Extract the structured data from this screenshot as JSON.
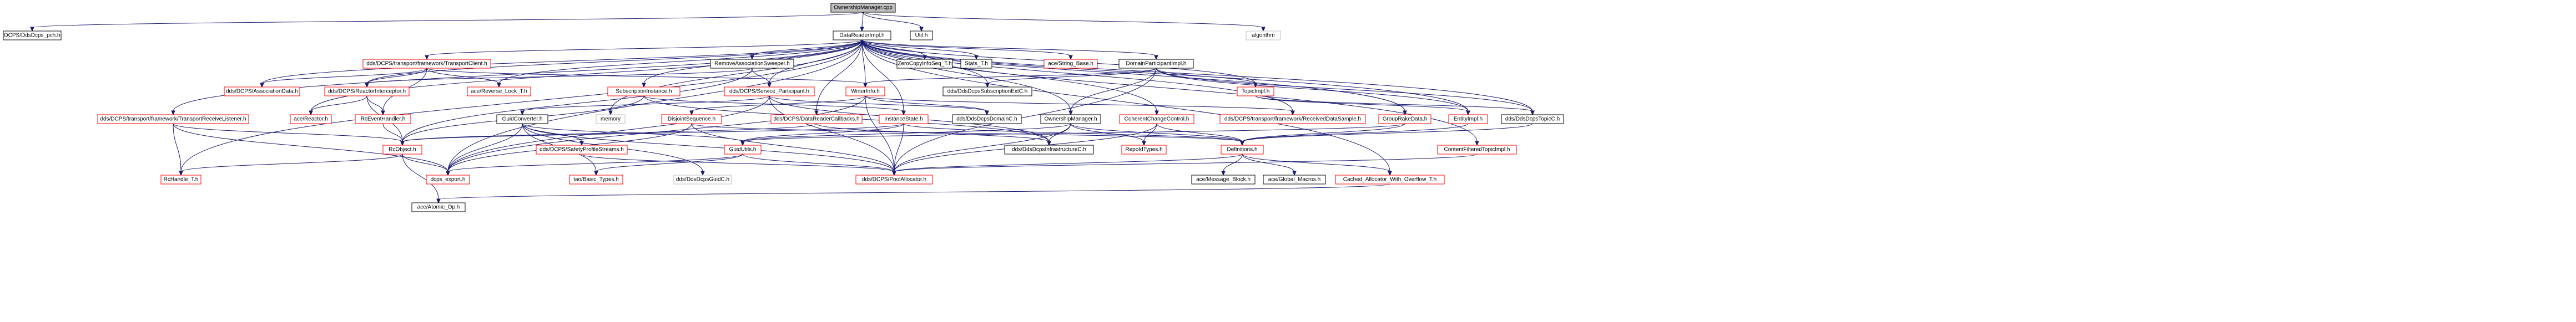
{
  "title": "OwnershipManager.cpp",
  "colors": {
    "edge": "#191970",
    "box_default": "#ffffff",
    "box_root": "#bfbfbf",
    "border_normal": "#000000",
    "border_missing": "#ff0000",
    "text_normal": "#000000",
    "text_missing": "#ff0000"
  },
  "nodes": {
    "root": {
      "label": "OwnershipManager.cpp",
      "style": "root"
    },
    "dcps_pch": {
      "label": "DCPS/DdsDcps_pch.h",
      "style": "normal"
    },
    "datareaderimpl": {
      "label": "DataReaderImpl.h",
      "style": "normal"
    },
    "util": {
      "label": "Util.h",
      "style": "normal"
    },
    "algorithm": {
      "label": "algorithm",
      "style": "grey"
    },
    "transportclient": {
      "label": "dds/DCPS/transport/framework/TransportClient.h",
      "style": "red"
    },
    "removeassoc": {
      "label": "RemoveAssociationSweeper.h",
      "style": "normal"
    },
    "zerocopy": {
      "label": "ZeroCopyInfoSeq_T.h",
      "style": "normal"
    },
    "stats": {
      "label": "Stats_T.h",
      "style": "normal"
    },
    "stringbase": {
      "label": "ace/String_Base.h",
      "style": "red"
    },
    "domainparticipantimpl": {
      "label": "DomainParticipantImpl.h",
      "style": "normal"
    },
    "associationdata": {
      "label": "dds/DCPS/AssociationData.h",
      "style": "red"
    },
    "reactorinterceptor": {
      "label": "dds/DCPS/ReactorInterceptor.h",
      "style": "red"
    },
    "reverselock": {
      "label": "ace/Reverse_Lock_T.h",
      "style": "red"
    },
    "subscriptioninstance": {
      "label": "SubscriptionInstance.h",
      "style": "red"
    },
    "serviceparticipant": {
      "label": "dds/DCPS/Service_Participant.h",
      "style": "red"
    },
    "writerinfo": {
      "label": "WriterInfo.h",
      "style": "red"
    },
    "subscriptionext": {
      "label": "dds/DdsDcpsSubscriptionExtC.h",
      "style": "normal"
    },
    "topicimpl": {
      "label": "TopicImpl.h",
      "style": "red"
    },
    "transportreceivelistener": {
      "label": "dds/DCPS/transport/framework/TransportReceiveListener.h",
      "style": "red"
    },
    "acereactor": {
      "label": "ace/Reactor.h",
      "style": "red"
    },
    "rceventhandler": {
      "label": "RcEventHandler.h",
      "style": "red"
    },
    "guidconverter": {
      "label": "GuidConverter.h",
      "style": "normal"
    },
    "memory": {
      "label": "memory",
      "style": "grey"
    },
    "disjointsequence": {
      "label": "DisjointSequence.h",
      "style": "red"
    },
    "datareadercallbacks": {
      "label": "dds/DCPS/DataReaderCallbacks.h",
      "style": "red"
    },
    "instancestate": {
      "label": "InstanceState.h",
      "style": "red"
    },
    "domainc": {
      "label": "dds/DdsDcpsDomainC.h",
      "style": "normal"
    },
    "ownershipmanager": {
      "label": "OwnershipManager.h",
      "style": "normal"
    },
    "coherentchange": {
      "label": "CoherentChangeControl.h",
      "style": "red"
    },
    "receiveddatasample": {
      "label": "dds/DCPS/transport/framework/ReceivedDataSample.h",
      "style": "red"
    },
    "groupratedata": {
      "label": "GroupRakeData.h",
      "style": "red"
    },
    "entityimpl": {
      "label": "EntityImpl.h",
      "style": "red"
    },
    "topicc": {
      "label": "dds/DdsDcpsTopicC.h",
      "style": "normal"
    },
    "rchandle": {
      "label": "RcHandle_T.h",
      "style": "red"
    },
    "rcobject": {
      "label": "RcObject.h",
      "style": "red"
    },
    "safetyprofile": {
      "label": "dds/DCPS/SafetyProfileStreams.h",
      "style": "red"
    },
    "guidutils": {
      "label": "GuidUtils.h",
      "style": "red"
    },
    "infrastructure": {
      "label": "dds/DdsDcpsInfrastructureC.h",
      "style": "normal"
    },
    "repoidtypes": {
      "label": "RepoIdTypes.h",
      "style": "red"
    },
    "definitions": {
      "label": "Definitions.h",
      "style": "red"
    },
    "contentfiltered": {
      "label": "ContentFilteredTopicImpl.h",
      "style": "red"
    },
    "dcpsexport": {
      "label": "dcps_export.h",
      "style": "red"
    },
    "taobasic": {
      "label": "tao/Basic_Types.h",
      "style": "red"
    },
    "guidc": {
      "label": "dds/DdsDcpsGuidC.h",
      "style": "grey"
    },
    "poolallocator": {
      "label": "dds/DCPS/PoolAllocator.h",
      "style": "red"
    },
    "messageblock": {
      "label": "ace/Message_Block.h",
      "style": "normal"
    },
    "globalmacros": {
      "label": "ace/Global_Macros.h",
      "style": "normal"
    },
    "cachedallocator": {
      "label": "Cached_Allocator_With_Overflow_T.h",
      "style": "red"
    },
    "atomicop": {
      "label": "ace/Atomic_Op.h",
      "style": "normal"
    }
  }
}
